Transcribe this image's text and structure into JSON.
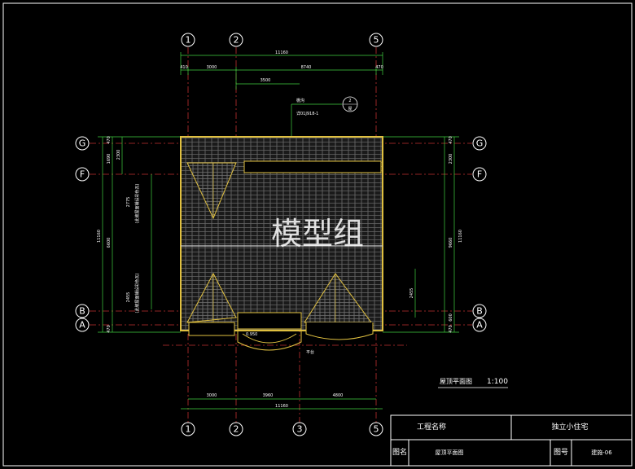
{
  "grid_axes": {
    "top": [
      "1",
      "2",
      "5"
    ],
    "bottom": [
      "1",
      "2",
      "3",
      "5"
    ],
    "left": [
      "G",
      "F",
      "B",
      "A"
    ],
    "right": [
      "G",
      "F",
      "B",
      "A"
    ]
  },
  "dimensions": {
    "top_total": "11160",
    "top_segments": [
      "410",
      "3000",
      "8740",
      "470"
    ],
    "top_inner": "3500",
    "bottom_segments": [
      "3000",
      "3960",
      "4800"
    ],
    "bottom_total": "11160",
    "left_total": "11160",
    "left_segments": [
      "470",
      "1690",
      "2300",
      "6600",
      "470"
    ],
    "left_inner": [
      "2775",
      "2455"
    ],
    "right_total": "11160",
    "right_segments": [
      "470",
      "2300",
      "9660",
      "600",
      "470"
    ],
    "right_inner": [
      "2455"
    ]
  },
  "annotations": {
    "ridge_label": "檐沟",
    "ridge_ref": "详01J918-1",
    "detail_num": "2",
    "detail_sheet": "屋",
    "left_note_1": "(此坡屋面铺设彩色瓦)",
    "left_note_2": "(此坡屋面铺设彩色瓦)",
    "entrance_level": "0.950",
    "porch_label": "平台",
    "watermark": "模型组"
  },
  "plan_title": {
    "name": "屋顶平面图",
    "scale": "1:100"
  },
  "title_block": {
    "project_label": "工程名称",
    "project_value": "独立小住宅",
    "drawing_label": "图名",
    "drawing_value": "屋顶平面图",
    "number_label": "图号",
    "number_value": "建施-06"
  },
  "colors": {
    "background": "#000000",
    "frame": "#ffffff",
    "roof_outline": "#e0c040",
    "axis_line": "#c03030",
    "dimension": "#40d040",
    "text": "#ffffff"
  }
}
